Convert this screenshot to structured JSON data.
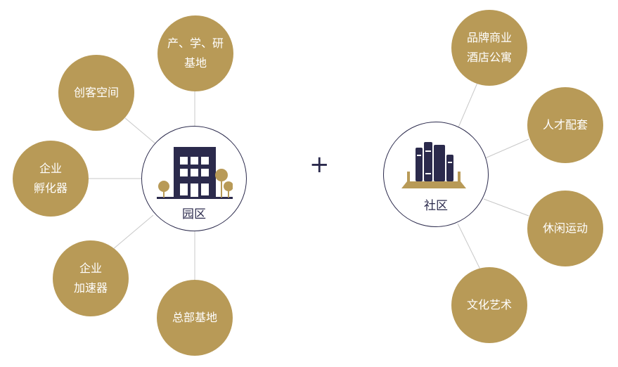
{
  "left_group": {
    "hub_label": "园区",
    "nodes": [
      {
        "lines": [
          "产、学、研",
          "基地"
        ]
      },
      {
        "lines": [
          "创客空间"
        ]
      },
      {
        "lines": [
          "企业",
          "孵化器"
        ]
      },
      {
        "lines": [
          "企业",
          "加速器"
        ]
      },
      {
        "lines": [
          "总部基地"
        ]
      }
    ]
  },
  "plus_symbol": "+",
  "right_group": {
    "hub_label": "社区",
    "nodes": [
      {
        "lines": [
          "品牌商业",
          "酒店公寓"
        ]
      },
      {
        "lines": [
          "人才配套"
        ]
      },
      {
        "lines": [
          "休闲运动"
        ]
      },
      {
        "lines": [
          "文化艺术"
        ]
      }
    ]
  },
  "colors": {
    "bubble": "#b89a57",
    "hub_border": "#2b2a4c",
    "icon_dark": "#2b2a4c",
    "icon_gold": "#b89a57",
    "connector": "#c8c8c8"
  }
}
